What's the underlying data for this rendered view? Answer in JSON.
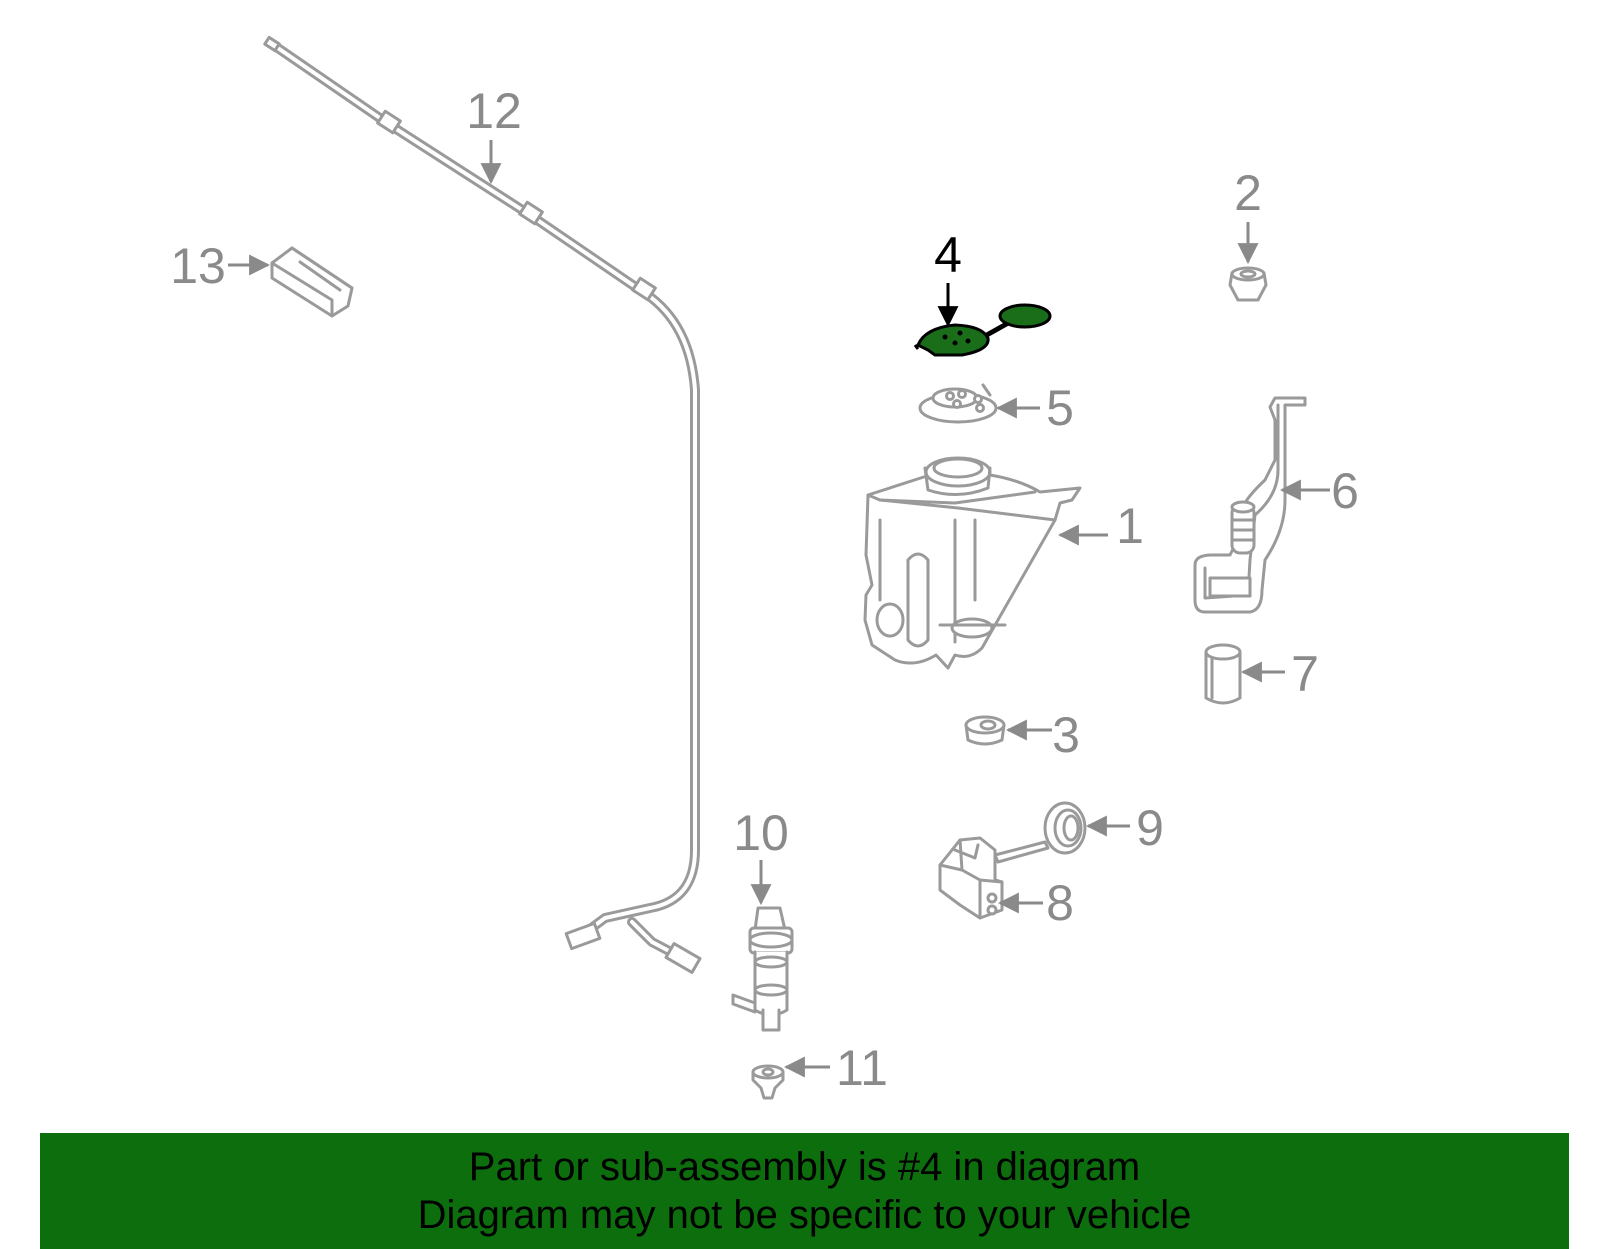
{
  "diagram": {
    "callouts": {
      "c1": "1",
      "c2": "2",
      "c3": "3",
      "c4": "4",
      "c5": "5",
      "c6": "6",
      "c7": "7",
      "c8": "8",
      "c9": "9",
      "c10": "10",
      "c11": "11",
      "c12": "12",
      "c13": "13"
    },
    "highlighted_part": "4",
    "highlight_color": "#1a6e1a"
  },
  "banner": {
    "line1": "Part or sub-assembly is #4 in diagram",
    "line2": "Diagram may not be specific to your vehicle",
    "background": "#0d6e0d"
  }
}
